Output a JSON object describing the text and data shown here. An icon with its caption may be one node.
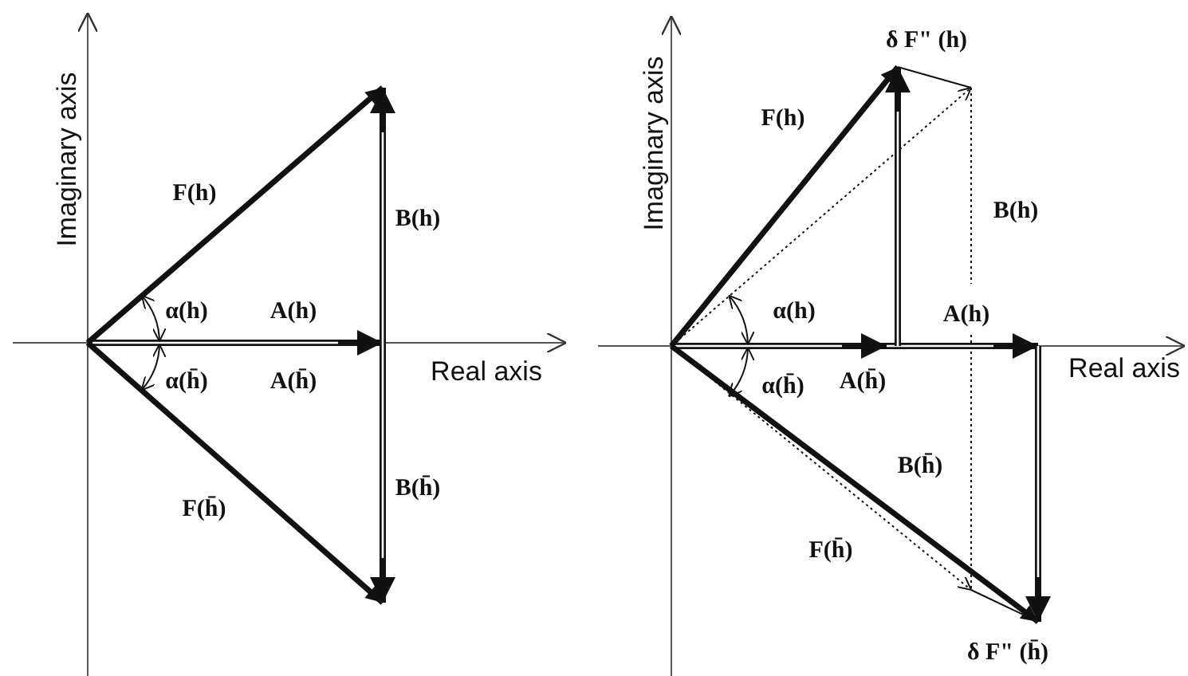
{
  "diagram": {
    "labels": [
      "Imaginary axis",
      "F(h)",
      "B(h)",
      "α(h)",
      "A(h)",
      "α(h̄)",
      "A(h̄)",
      "Real axis",
      "B(h̄)",
      "F(h̄)",
      "Imaginary axis",
      "δ F\" (h)",
      "F(h)",
      "B(h)",
      "α(h)",
      "A(h)",
      "α(h̄)",
      "A(h̄)",
      "Real axis",
      "B(h̄)",
      "F(h̄)",
      "δ F\" (h̄)"
    ]
  }
}
